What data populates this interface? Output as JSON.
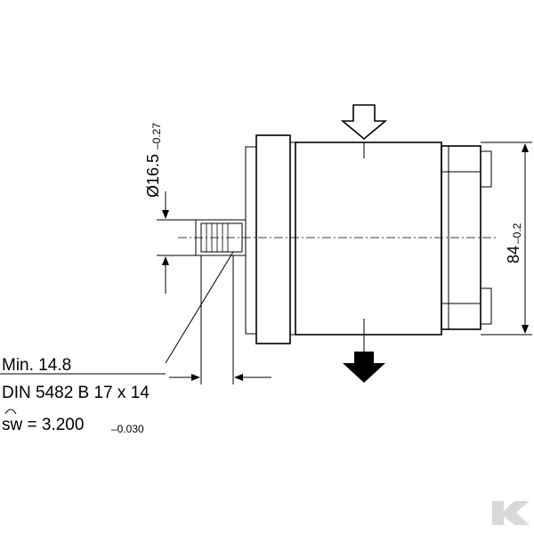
{
  "dimensions": {
    "shaft_diameter": {
      "label": "Ø16.5",
      "tolerance": "–0.27"
    },
    "height": {
      "label": "84",
      "tolerance": "–0.2"
    }
  },
  "spec_lines": {
    "min_length": "Min. 14.8",
    "din_spec": "DIN 5482   B 17 x 14",
    "sw_label": "sw = 3.200",
    "sw_tolerance": "–0.030"
  },
  "flow": {
    "inlet": "open-arrow-down",
    "outlet": "filled-arrow-down"
  },
  "brand": {
    "logo_color": "#d9d9d9"
  }
}
